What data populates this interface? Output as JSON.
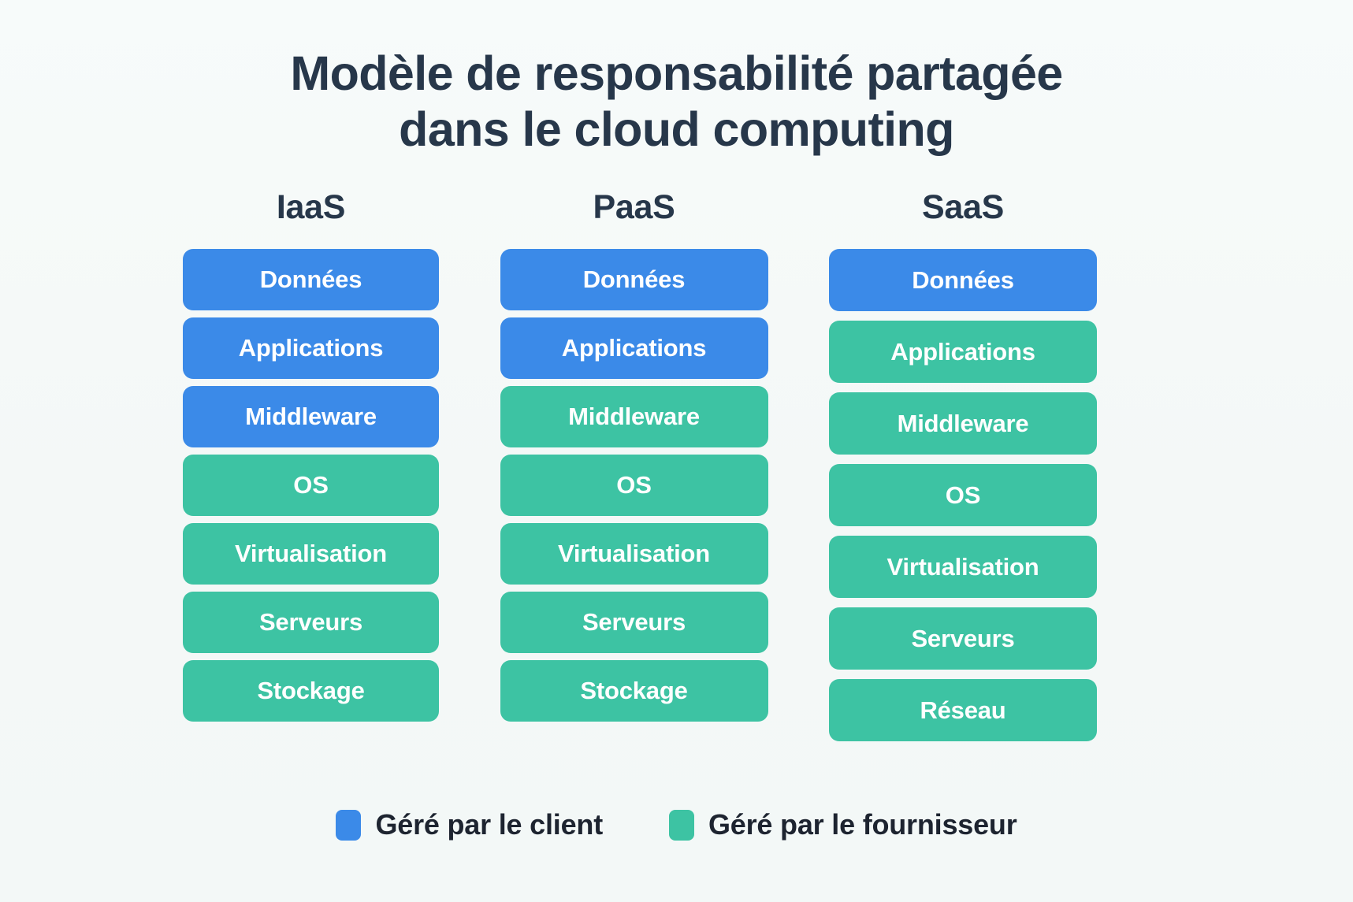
{
  "title": {
    "line1": "Modèle de responsabilité partagée",
    "line2": "dans le cloud computing"
  },
  "colors": {
    "background": "#f6faf9",
    "title_text": "#27374a",
    "customer_managed": "#3b8ae8",
    "provider_managed": "#3dc3a3",
    "layer_text": "#ffffff",
    "legend_text": "#1d2430"
  },
  "chart_data": {
    "type": "table",
    "title": "Modèle de responsabilité partagée dans le cloud computing",
    "categories": [
      "IaaS",
      "PaaS",
      "SaaS"
    ],
    "legend": [
      {
        "key": "customer",
        "label": "Géré par le client",
        "color": "#3b8ae8"
      },
      {
        "key": "provider",
        "label": "Géré par le fournisseur",
        "color": "#3dc3a3"
      }
    ],
    "columns": [
      {
        "header": "IaaS",
        "layers": [
          {
            "label": "Données",
            "managed_by": "customer"
          },
          {
            "label": "Applications",
            "managed_by": "customer"
          },
          {
            "label": "Middleware",
            "managed_by": "customer"
          },
          {
            "label": "OS",
            "managed_by": "provider"
          },
          {
            "label": "Virtualisation",
            "managed_by": "provider"
          },
          {
            "label": "Serveurs",
            "managed_by": "provider"
          },
          {
            "label": "Stockage",
            "managed_by": "provider"
          }
        ]
      },
      {
        "header": "PaaS",
        "layers": [
          {
            "label": "Données",
            "managed_by": "customer"
          },
          {
            "label": "Applications",
            "managed_by": "customer"
          },
          {
            "label": "Middleware",
            "managed_by": "provider"
          },
          {
            "label": "OS",
            "managed_by": "provider"
          },
          {
            "label": "Virtualisation",
            "managed_by": "provider"
          },
          {
            "label": "Serveurs",
            "managed_by": "provider"
          },
          {
            "label": "Stockage",
            "managed_by": "provider"
          }
        ]
      },
      {
        "header": "SaaS",
        "layers": [
          {
            "label": "Données",
            "managed_by": "customer"
          },
          {
            "label": "Applications",
            "managed_by": "provider"
          },
          {
            "label": "Middleware",
            "managed_by": "provider"
          },
          {
            "label": "OS",
            "managed_by": "provider"
          },
          {
            "label": "Virtualisation",
            "managed_by": "provider"
          },
          {
            "label": "Serveurs",
            "managed_by": "provider"
          },
          {
            "label": "Réseau",
            "managed_by": "provider"
          }
        ]
      }
    ]
  }
}
